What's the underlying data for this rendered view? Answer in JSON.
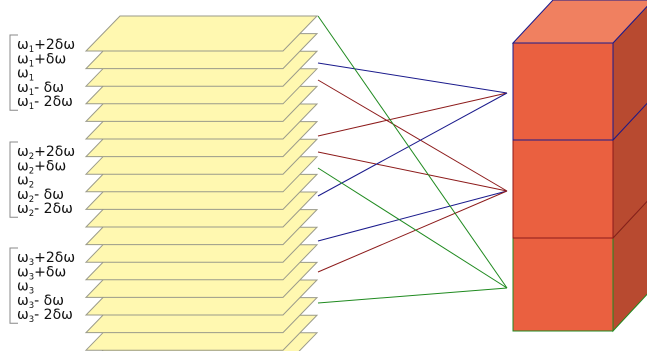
{
  "groups": [
    {
      "id": "g1",
      "labels": [
        {
          "pre": "ω",
          "sub": "1",
          "post": "+2δω"
        },
        {
          "pre": "ω",
          "sub": "1",
          "post": "+δω"
        },
        {
          "pre": "ω",
          "sub": "1",
          "post": ""
        },
        {
          "pre": "ω",
          "sub": "1",
          "post": "- δω"
        },
        {
          "pre": "ω",
          "sub": "1",
          "post": "- 2δω"
        }
      ]
    },
    {
      "id": "g2",
      "labels": [
        {
          "pre": "ω",
          "sub": "2",
          "post": "+2δω"
        },
        {
          "pre": "ω",
          "sub": "2",
          "post": "+δω"
        },
        {
          "pre": "ω",
          "sub": "2",
          "post": ""
        },
        {
          "pre": "ω",
          "sub": "2",
          "post": "- δω"
        },
        {
          "pre": "ω",
          "sub": "2",
          "post": "- 2δω"
        }
      ]
    },
    {
      "id": "g3",
      "labels": [
        {
          "pre": "ω",
          "sub": "3",
          "post": "+2δω"
        },
        {
          "pre": "ω",
          "sub": "3",
          "post": "+δω"
        },
        {
          "pre": "ω",
          "sub": "3",
          "post": ""
        },
        {
          "pre": "ω",
          "sub": "3",
          "post": "- δω"
        },
        {
          "pre": "ω",
          "sub": "3",
          "post": "- 2δω"
        }
      ]
    }
  ],
  "colors": {
    "plane_fill": "#fff8b0",
    "plane_stroke": "#9a9a8a",
    "cube_front": "#ea6040",
    "cube_top": "#f08060",
    "cube_side": "#b84a30",
    "line_blue": "#1a1a8c",
    "line_red": "#8c1a1a",
    "line_green": "#1f8a1f"
  }
}
